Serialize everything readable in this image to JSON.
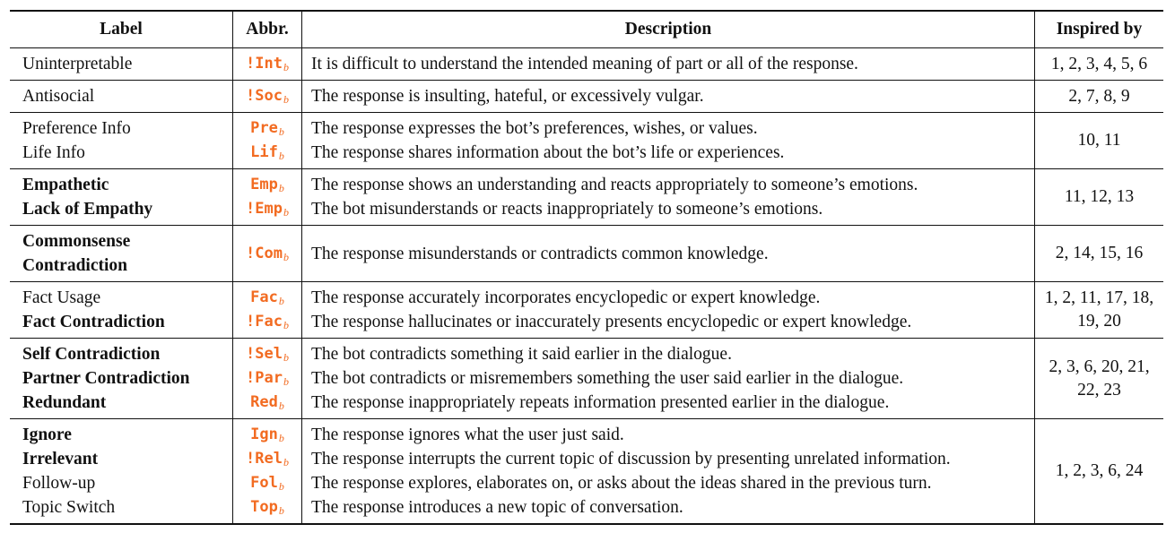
{
  "header": {
    "label": "Label",
    "abbr": "Abbr.",
    "description": "Description",
    "inspired_by": "Inspired by"
  },
  "groups": [
    {
      "rows": [
        {
          "label": "Uninterpretable",
          "bold": false,
          "code": "!Int",
          "sub": "b",
          "description": "It is difficult to understand the intended meaning of part or all of the response."
        }
      ],
      "inspired": [
        "1, 2, 3, 4, 5, 6"
      ]
    },
    {
      "rows": [
        {
          "label": "Antisocial",
          "bold": false,
          "code": "!Soc",
          "sub": "b",
          "description": "The response is insulting, hateful, or excessively vulgar."
        }
      ],
      "inspired": [
        "2, 7, 8, 9"
      ]
    },
    {
      "rows": [
        {
          "label": "Preference Info",
          "bold": false,
          "code": "Pre",
          "sub": "b",
          "description": "The response expresses the bot’s preferences, wishes, or values."
        },
        {
          "label": "Life Info",
          "bold": false,
          "code": "Lif",
          "sub": "b",
          "description": "The response shares information about the bot’s life or experiences."
        }
      ],
      "inspired": [
        "10, 11"
      ]
    },
    {
      "rows": [
        {
          "label": "Empathetic",
          "bold": true,
          "code": "Emp",
          "sub": "b",
          "description": "The response shows an understanding and reacts appropriately to someone’s emotions."
        },
        {
          "label": "Lack of Empathy",
          "bold": true,
          "code": "!Emp",
          "sub": "b",
          "description": "The bot misunderstands or reacts inappropriately to someone’s emotions."
        }
      ],
      "inspired": [
        "11, 12, 13"
      ]
    },
    {
      "rows": [
        {
          "label_lines": [
            "Commonsense",
            "Contradiction"
          ],
          "bold": true,
          "code": "!Com",
          "sub": "b",
          "description": "The response misunderstands or contradicts common knowledge."
        }
      ],
      "inspired": [
        "2, 14, 15, 16"
      ]
    },
    {
      "rows": [
        {
          "label": "Fact Usage",
          "bold": false,
          "code": "Fac",
          "sub": "b",
          "description": "The response accurately incorporates encyclopedic or expert knowledge."
        },
        {
          "label": "Fact Contradiction",
          "bold": true,
          "code": "!Fac",
          "sub": "b",
          "description": "The response hallucinates or inaccurately presents encyclopedic or expert knowledge."
        }
      ],
      "inspired": [
        "1, 2, 11, 17, 18,",
        "19, 20"
      ]
    },
    {
      "rows": [
        {
          "label": "Self Contradiction",
          "bold": true,
          "code": "!Sel",
          "sub": "b",
          "description": "The bot contradicts something it said earlier in the dialogue."
        },
        {
          "label": "Partner Contradiction",
          "bold": true,
          "code": "!Par",
          "sub": "b",
          "description": "The bot contradicts or misremembers something the user said earlier in the dialogue."
        },
        {
          "label": "Redundant",
          "bold": true,
          "code": "Red",
          "sub": "b",
          "description": "The response inappropriately repeats information presented earlier in the dialogue."
        }
      ],
      "inspired": [
        "2, 3, 6, 20, 21,",
        "22, 23"
      ]
    },
    {
      "rows": [
        {
          "label": "Ignore",
          "bold": true,
          "code": "Ign",
          "sub": "b",
          "description": "The response ignores what the user just said."
        },
        {
          "label": "Irrelevant",
          "bold": true,
          "code": "!Rel",
          "sub": "b",
          "description": "The response interrupts the current topic of discussion by presenting unrelated information."
        },
        {
          "label": "Follow-up",
          "bold": false,
          "code": "Fol",
          "sub": "b",
          "description": "The response explores, elaborates on, or asks about the ideas shared in the previous turn."
        },
        {
          "label": "Topic Switch",
          "bold": false,
          "code": "Top",
          "sub": "b",
          "description": "The response introduces a new topic of conversation."
        }
      ],
      "inspired": [
        "1, 2, 3, 6, 24"
      ]
    }
  ]
}
